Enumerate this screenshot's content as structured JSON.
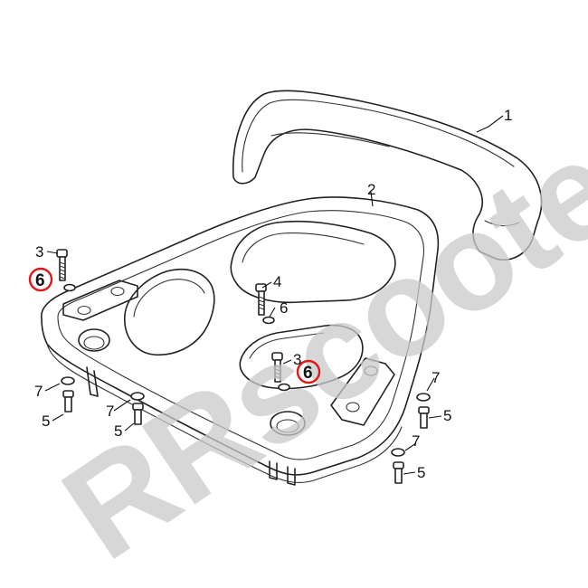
{
  "watermark": {
    "text": "RRscooters",
    "color": "#c9c9c9"
  },
  "callouts": [
    {
      "label": "1"
    },
    {
      "label": "2"
    },
    {
      "label": "3"
    },
    {
      "label": "3"
    },
    {
      "label": "4"
    },
    {
      "label": "5"
    },
    {
      "label": "5"
    },
    {
      "label": "5"
    },
    {
      "label": "5"
    },
    {
      "label": "6",
      "highlighted": true
    },
    {
      "label": "6",
      "highlighted": false
    },
    {
      "label": "6",
      "highlighted": true
    },
    {
      "label": "7"
    },
    {
      "label": "7"
    },
    {
      "label": "7"
    },
    {
      "label": "7"
    }
  ],
  "highlight_color": "#e01818"
}
